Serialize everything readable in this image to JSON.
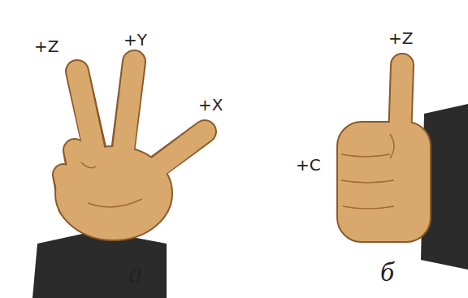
{
  "diagram": {
    "labels": [
      "+Z",
      "+Y",
      "+X",
      "а",
      "+Z",
      "+C",
      "б"
    ]
  }
}
